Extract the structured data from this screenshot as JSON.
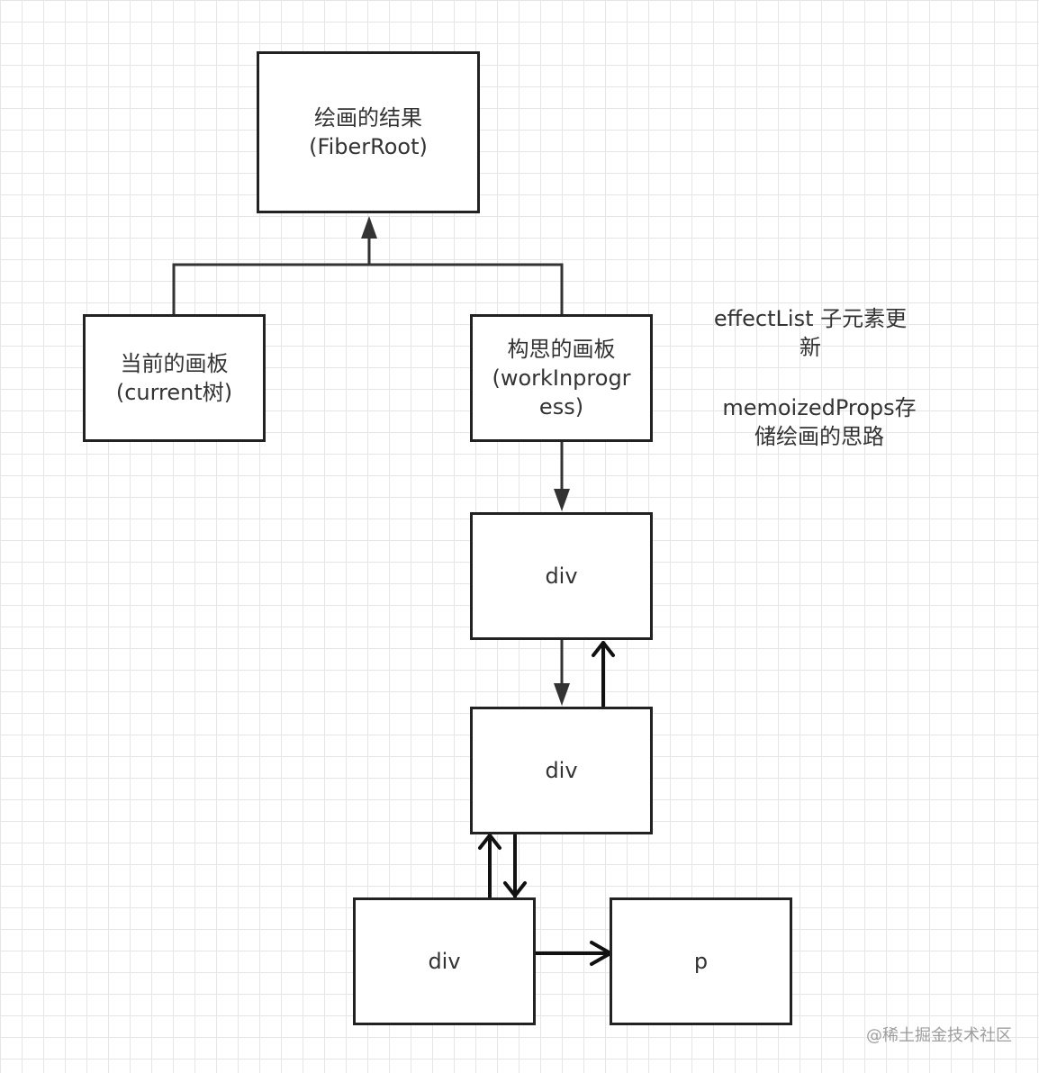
{
  "nodes": {
    "fiber_root": [
      "绘画的结果",
      "(FiberRoot)"
    ],
    "current_canvas": [
      "当前的画板",
      "(current树)"
    ],
    "wip_canvas": [
      "构思的画板",
      "(workInprogr",
      "ess)"
    ],
    "div_a": "div",
    "div_b": "div",
    "div_c": "div",
    "p_node": "p"
  },
  "notes": {
    "effect_list": [
      "effectList 子元素更",
      "新"
    ],
    "memoized_props": [
      "memoizedProps存",
      "储绘画的思路"
    ]
  },
  "watermark": "@稀土掘金技术社区",
  "colors": {
    "stroke": "#222222",
    "text": "#333333",
    "grid": "#e6e6e6",
    "watermark": "#9e9e9e"
  }
}
